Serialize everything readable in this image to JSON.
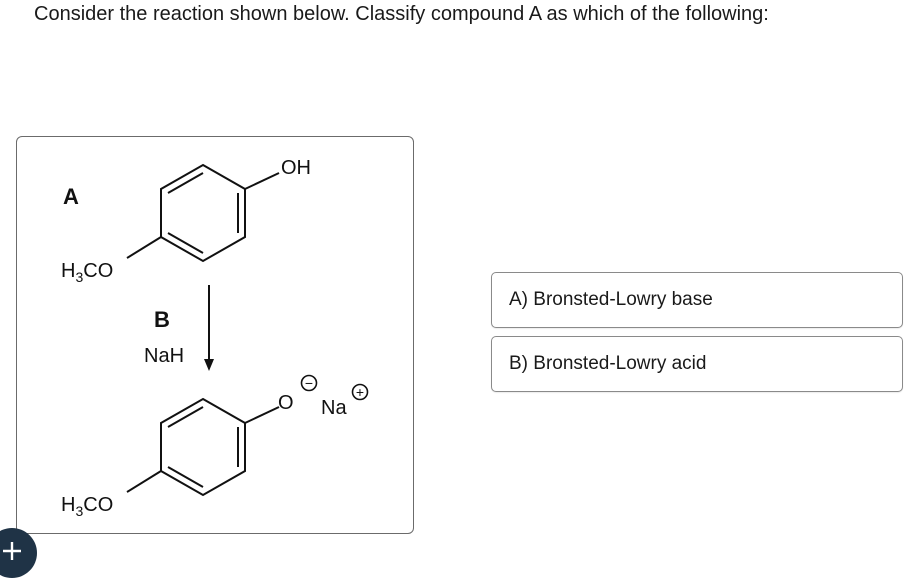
{
  "question": {
    "text": "Consider the reaction shown below. Classify compound A as which of the following:"
  },
  "scheme": {
    "label_a": "A",
    "label_b": "B",
    "reagent": "NaH",
    "reactant": {
      "substituent_top": "OH",
      "substituent_bottom_h": "H",
      "substituent_bottom_sub": "3",
      "substituent_bottom_rest": "CO"
    },
    "product": {
      "substituent_top": "O",
      "counter_ion": "Na",
      "anion_charge": "−",
      "cation_charge": "+",
      "substituent_bottom_h": "H",
      "substituent_bottom_sub": "3",
      "substituent_bottom_rest": "CO"
    }
  },
  "options": [
    {
      "label": "A) Bronsted-Lowry base"
    },
    {
      "label": "B) Bronsted-Lowry acid"
    }
  ],
  "add_button": {
    "icon": "plus-icon"
  }
}
